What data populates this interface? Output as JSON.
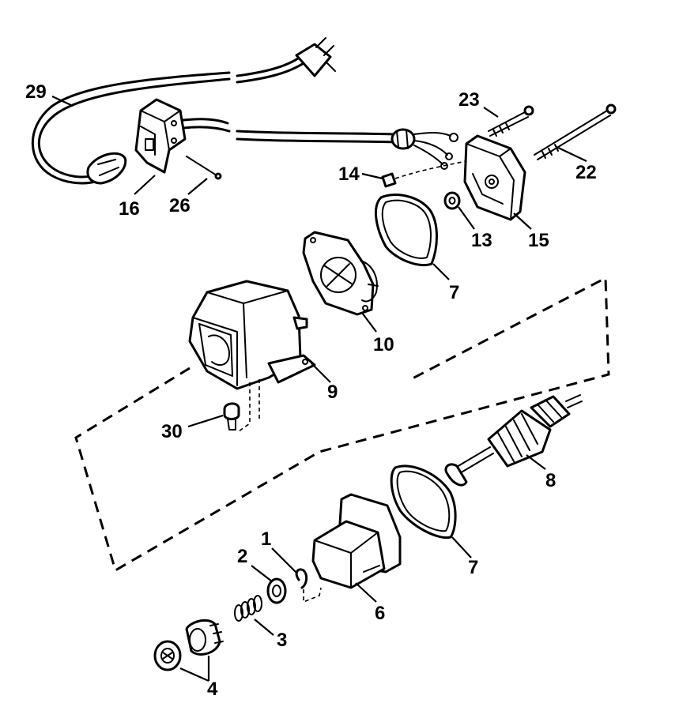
{
  "callouts": {
    "c29": "29",
    "c16": "16",
    "c26": "26",
    "c23": "23",
    "c22": "22",
    "c14": "14",
    "c13": "13",
    "c15": "15",
    "c7a": "7",
    "c10": "10",
    "c9": "9",
    "c30": "30",
    "c8": "8",
    "c7b": "7",
    "c1": "1",
    "c2": "2",
    "c6": "6",
    "c3": "3",
    "c4": "4"
  }
}
